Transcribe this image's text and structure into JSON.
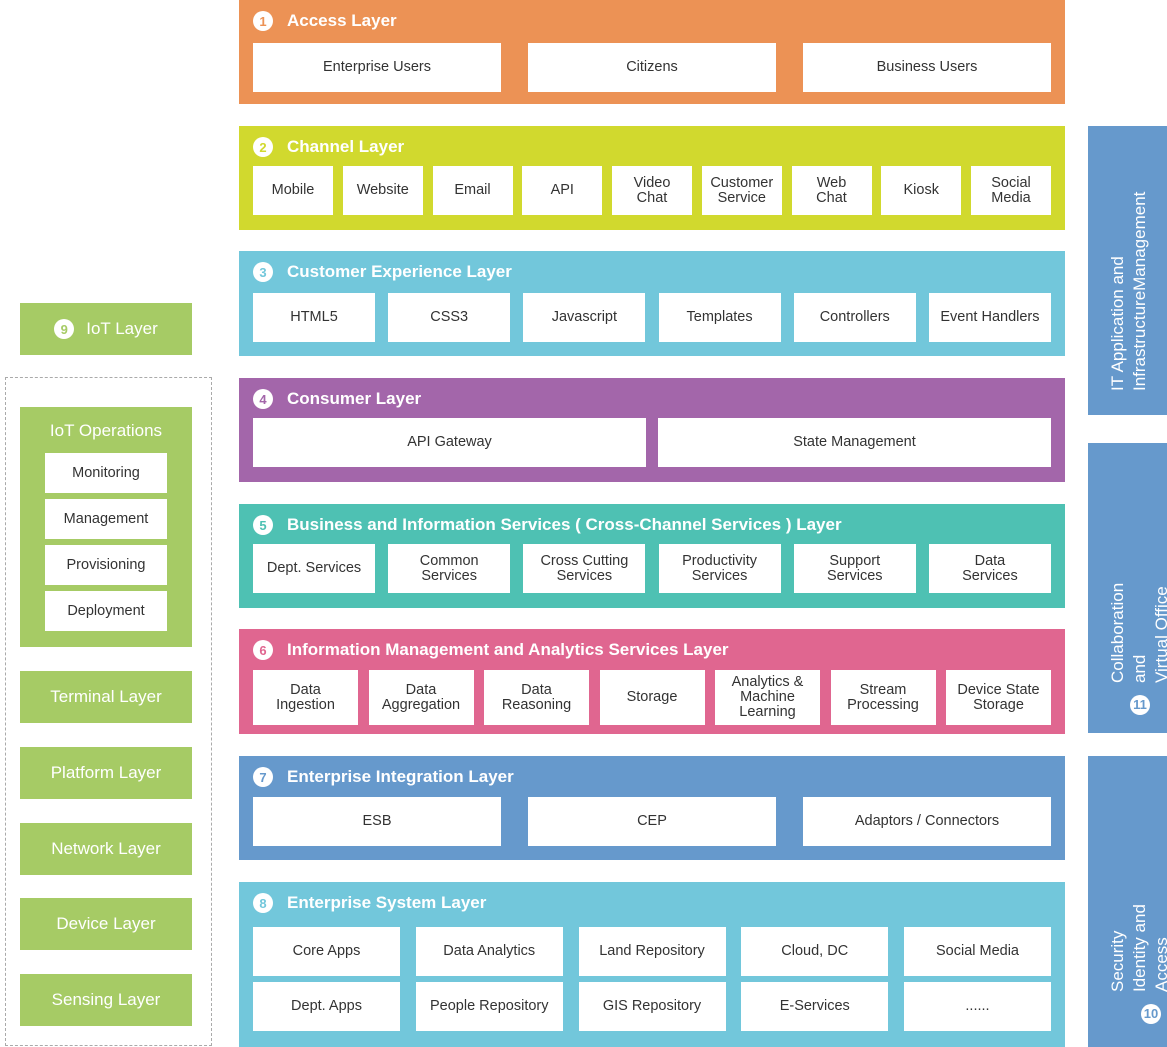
{
  "colors": {
    "access": "#ec9255",
    "channel": "#d1d92e",
    "customer_experience": "#72c7db",
    "consumer": "#a366aa",
    "business_info": "#4ec1b3",
    "info_management": "#e06690",
    "integration": "#6699cc",
    "enterprise_system": "#72c7db",
    "iot": "#a6cb65",
    "side_panels": "#6699cc"
  },
  "layers": {
    "access": {
      "num": "1",
      "title": "Access Layer",
      "items": [
        "Enterprise Users",
        "Citizens",
        "Business Users"
      ]
    },
    "channel": {
      "num": "2",
      "title": "Channel Layer",
      "items": [
        "Mobile",
        "Website",
        "Email",
        "API",
        "Video\nChat",
        "Customer\nService",
        "Web\nChat",
        "Kiosk",
        "Social\nMedia"
      ]
    },
    "customer_experience": {
      "num": "3",
      "title": "Customer Experience Layer",
      "items": [
        "HTML5",
        "CSS3",
        "Javascript",
        "Templates",
        "Controllers",
        "Event Handlers"
      ]
    },
    "consumer": {
      "num": "4",
      "title": "Consumer Layer",
      "items": [
        "API Gateway",
        "State Management"
      ]
    },
    "business_info": {
      "num": "5",
      "title": "Business and Information Services ( Cross-Channel Services ) Layer",
      "items": [
        "Dept. Services",
        "Common\nServices",
        "Cross Cutting\nServices",
        "Productivity\nServices",
        "Support\nServices",
        "Data\nServices"
      ]
    },
    "info_management": {
      "num": "6",
      "title": "Information Management and Analytics Services Layer",
      "items": [
        "Data\nIngestion",
        "Data\nAggregation",
        "Data\nReasoning",
        "Storage",
        "Analytics &\nMachine\nLearning",
        "Stream\nProcessing",
        "Device State\nStorage"
      ]
    },
    "integration": {
      "num": "7",
      "title": "Enterprise Integration Layer",
      "items": [
        "ESB",
        "CEP",
        "Adaptors / Connectors"
      ]
    },
    "enterprise_system": {
      "num": "8",
      "title": "Enterprise System Layer",
      "row1": [
        "Core Apps",
        "Data Analytics",
        "Land Repository",
        "Cloud, DC",
        "Social Media"
      ],
      "row2": [
        "Dept. Apps",
        "People Repository",
        "GIS Repository",
        "E-Services",
        "......"
      ]
    }
  },
  "iot": {
    "num": "9",
    "title": "IoT Layer",
    "operations": {
      "title": "IoT Operations",
      "items": [
        "Monitoring",
        "Management",
        "Provisioning",
        "Deployment"
      ]
    },
    "sublayers": [
      "Terminal Layer",
      "Platform Layer",
      "Network Layer",
      "Device Layer",
      "Sensing Layer"
    ]
  },
  "side_panels": {
    "it_app": {
      "title": "IT Application and\nInfrastructureManagement"
    },
    "collab": {
      "num": "11",
      "title": "Collaboration and\nVirtual Office"
    },
    "security": {
      "num": "10",
      "title": "Security Identity and\nAccess Management"
    }
  }
}
